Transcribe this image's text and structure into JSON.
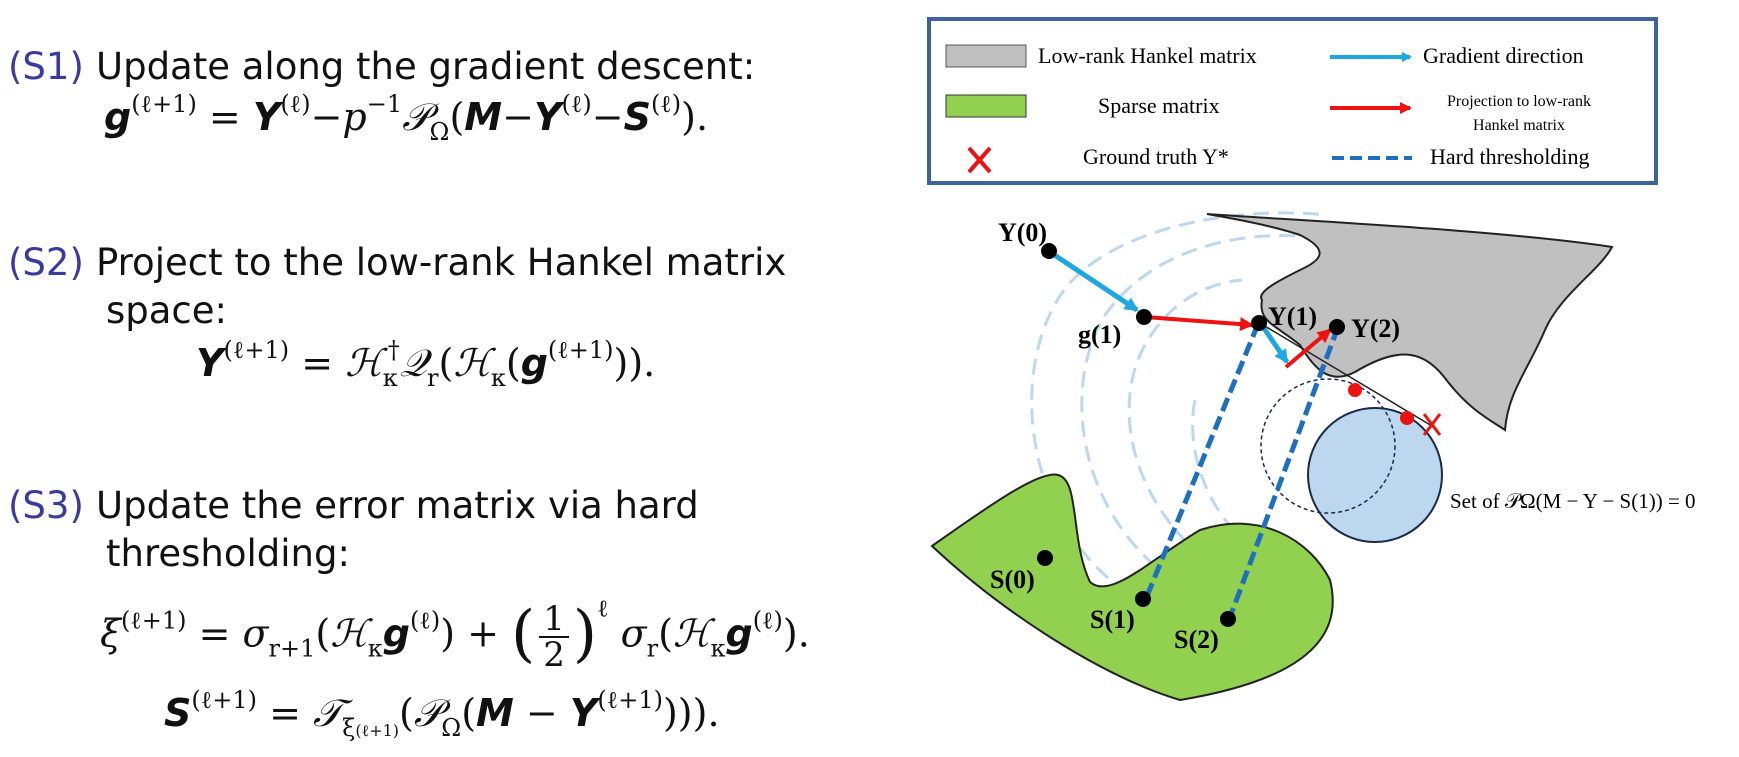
{
  "steps": [
    {
      "tag": "(S1)",
      "title": "Update along the gradient descent:",
      "equation": "g(ℓ+1) = Y(ℓ) − p⁻¹ 𝒫Ω(M − Y(ℓ) − S(ℓ))."
    },
    {
      "tag": "(S2)",
      "title": "Project to the low-rank Hankel matrix",
      "title_cont": "space:",
      "equation": "Y(ℓ+1) = ℋκ† 𝒬r(ℋκ(g(ℓ+1)))."
    },
    {
      "tag": "(S3)",
      "title": "Update the error matrix via hard",
      "title_cont": "thresholding:",
      "equation_1": "ξ(ℓ+1) = σr+1(ℋκ g(ℓ)) + (1/2)ℓ σr(ℋκ g(ℓ)).",
      "equation_2": "S(ℓ+1) = 𝒯ξ(ℓ+1)(𝒫Ω(M − Y(ℓ+1)))."
    }
  ],
  "legend": {
    "lowrank": "Low-rank Hankel matrix",
    "sparse": "Sparse matrix",
    "truth": "Ground truth Y*",
    "gradient": "Gradient direction",
    "projection_1": "Projection to low-rank",
    "projection_2": "Hankel matrix",
    "hard": "Hard thresholding"
  },
  "diagram": {
    "labels": {
      "y0": "Y(0)",
      "g1": "g(1)",
      "y1": "Y(1)",
      "y2": "Y(2)",
      "s0": "S(0)",
      "s1": "S(1)",
      "s2": "S(2)",
      "set": "Set of 𝒫Ω(M − Y − S(1)) = 0"
    }
  },
  "colors": {
    "step_tag": "#3a3aa0",
    "lowrank_fill": "#c0c0c0",
    "sparse_fill": "#92d050",
    "gradient": "#1ea7e1",
    "projection": "#ee1111",
    "hard_threshold": "#1f6fbf",
    "circle_fill": "#bdd7ee",
    "legend_border": "#3e6399"
  }
}
